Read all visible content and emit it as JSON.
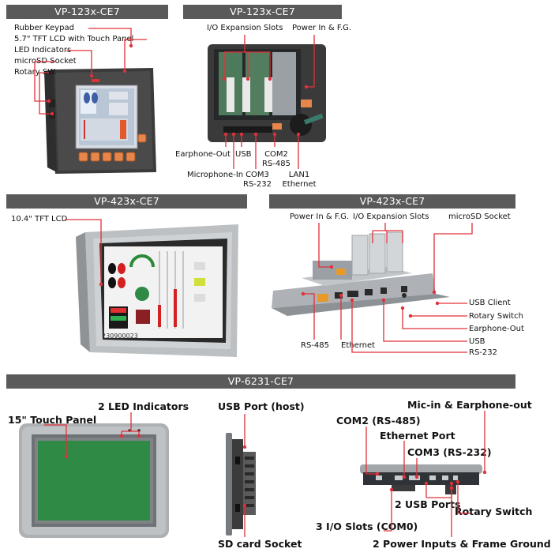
{
  "sections": {
    "s1_title": "VP-123x-CE7",
    "s2_title": "VP-123x-CE7",
    "s3_title": "VP-423x-CE7",
    "s4_title": "VP-423x-CE7",
    "s5_title": "VP-6231-CE7"
  },
  "s1": {
    "labels": [
      "Rubber Keypad",
      "5.7\" TFT LCD with Touch Panel",
      "LED Indicators",
      "microSD Socket",
      "Rotary SW."
    ]
  },
  "s2": {
    "io_slots": "I/O Expansion Slots",
    "power": "Power In & F.G.",
    "earphone_out": "Earphone-Out",
    "usb": "USB",
    "com2_line1": "COM2",
    "com2_line2": "RS-485",
    "microphone_in": "Microphone-In",
    "com3_line1": "COM3",
    "com3_line2": "RS-232",
    "lan1_line1": "LAN1",
    "lan1_line2": "Ethernet"
  },
  "s3": {
    "lcd": "10.4\" TFT LCD",
    "serial": "230900023"
  },
  "s4": {
    "power": "Power In & F.G.",
    "io_slots": "I/O Expansion Slots",
    "microsd": "microSD Socket",
    "usb_client": "USB Client",
    "rotary_switch": "Rotary Switch",
    "earphone_out": "Earphone-Out",
    "usb": "USB",
    "rs232": "RS-232",
    "rs485": "RS-485",
    "ethernet": "Ethernet"
  },
  "s5": {
    "touch_panel": "15\" Touch Panel",
    "led_indicators": "2 LED Indicators",
    "usb_port_host": "USB Port (host)",
    "sd_card": "SD card Socket",
    "mic_earphone": "Mic-in & Earphone-out",
    "com2": "COM2 (RS-485)",
    "ethernet_port": "Ethernet Port",
    "com3": "COM3 (RS-232)",
    "usb_ports": "2 USB Ports",
    "rotary_switch": "Rotary Switch",
    "io_slots": "3 I/O Slots (COM0)",
    "power_inputs": "2 Power Inputs & Frame Ground"
  },
  "colors": {
    "header_bg": "#5a5a5a",
    "leader": "#e0303a",
    "device_dark": "#3e3e3e",
    "device_silver": "#b9bcbf",
    "screen_green": "#2f8a45",
    "key_orange": "#e7864a"
  }
}
